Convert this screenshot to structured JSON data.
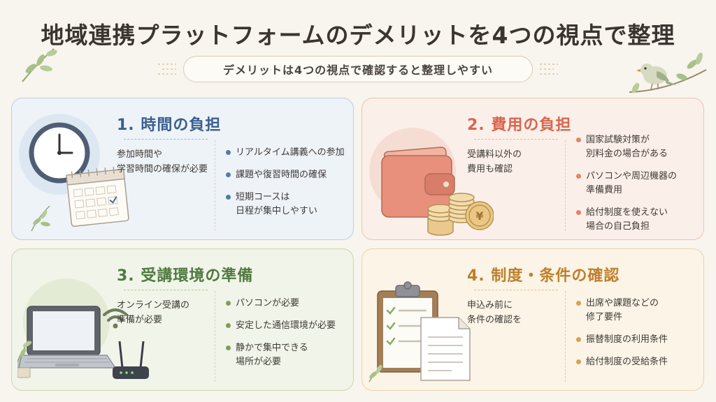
{
  "title": "地域連携プラットフォームのデメリットを4つの視点で整理",
  "subtitle": "デメリットは4つの視点で確認すると整理しやすい",
  "cards": [
    {
      "title": "1. 時間の負担",
      "summary": [
        "参加時間や",
        "学習時間の確保が必要"
      ],
      "bullets": [
        [
          "リアルタイム講義への参加"
        ],
        [
          "課題や復習時間の確保"
        ],
        [
          "短期コースは",
          "日程が集中しやすい"
        ]
      ],
      "illustration": "clock-calendar-icon"
    },
    {
      "title": "2. 費用の負担",
      "summary": [
        "受講料以外の",
        "費用も確認"
      ],
      "bullets": [
        [
          "国家試験対策が",
          "別料金の場合がある"
        ],
        [
          "パソコンや周辺機器の",
          "準備費用"
        ],
        [
          "給付制度を使えない",
          "場合の自己負担"
        ]
      ],
      "illustration": "wallet-coins-icon",
      "coin_symbol": "¥"
    },
    {
      "title": "3. 受講環境の準備",
      "summary": [
        "オンライン受講の",
        "準備が必要"
      ],
      "bullets": [
        [
          "パソコンが必要"
        ],
        [
          "安定した通信環境が必要"
        ],
        [
          "静かで集中できる",
          "場所が必要"
        ]
      ],
      "illustration": "laptop-router-icon"
    },
    {
      "title": "4. 制度・条件の確認",
      "summary": [
        "申込み前に",
        "条件の確認を"
      ],
      "bullets": [
        [
          "出席や課題などの",
          "修了要件"
        ],
        [
          "振替制度の利用条件"
        ],
        [
          "給付制度の受給条件"
        ]
      ],
      "illustration": "clipboard-checklist-icon"
    }
  ]
}
